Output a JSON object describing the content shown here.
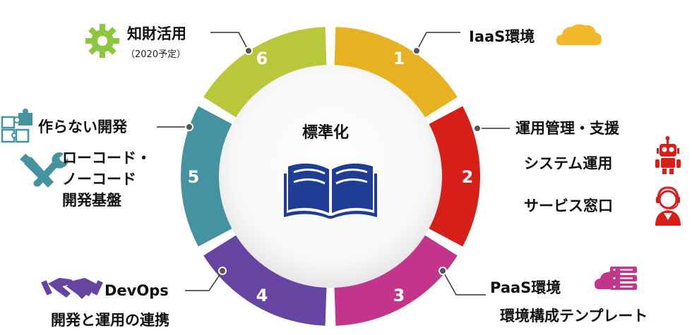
{
  "center": {
    "title": "標準化",
    "icon": "open-book-icon"
  },
  "segments": [
    {
      "number": "1",
      "color": "#E6B222"
    },
    {
      "number": "2",
      "color": "#D71F1A"
    },
    {
      "number": "3",
      "color": "#C2358B"
    },
    {
      "number": "4",
      "color": "#6645A2"
    },
    {
      "number": "5",
      "color": "#4593A0"
    },
    {
      "number": "6",
      "color": "#B9C73A"
    }
  ],
  "labels": {
    "s1": {
      "title": "IaaS環境",
      "icon": "cloud-icon"
    },
    "s2": {
      "title": "運用管理・支援",
      "items": [
        "システム運用",
        "サービス窓口"
      ],
      "icons": [
        "robot-icon",
        "headset-operator-icon"
      ]
    },
    "s3": {
      "title": "PaaS環境",
      "sub": "環境構成テンプレート",
      "icon": "cloud-server-icon"
    },
    "s4": {
      "title": "DevOps",
      "sub": "開発と運用の連携",
      "icon": "handshake-icon"
    },
    "s5": {
      "title": "作らない開発",
      "sub_lines": [
        "ローコード・",
        "ノーコード",
        "開発基盤"
      ],
      "icons": [
        "puzzle-icon",
        "tools-icon"
      ]
    },
    "s6": {
      "title": "知財活用",
      "note": "（2020予定）",
      "icon": "gear-icon"
    }
  },
  "colors": {
    "connector": "#333333",
    "book": "#1F3D94",
    "inner_shadow": "#d9d9d9",
    "cloud": "#F2B92C",
    "robot": "#D71F1A",
    "cloud_server": "#C2358B",
    "handshake": "#6645A2",
    "puzzle": "#4593A0",
    "tools": "#4593A0",
    "gear": "#8DC63F"
  }
}
